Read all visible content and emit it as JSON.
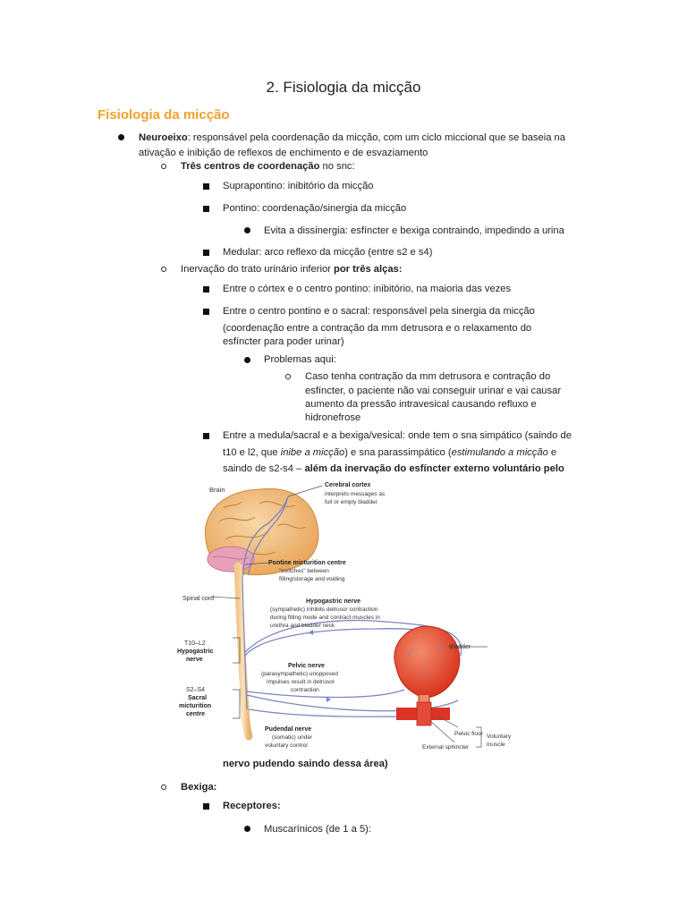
{
  "page_title": "2. Fisiologia da micção",
  "section_heading": "Fisiologia da micção",
  "neuroeixo": {
    "label": "Neuroeixo",
    "text_line1": ": responsável pela coordenação da micção, com um ciclo miccional que se baseia na",
    "text_line2": "ativação e inibição de reflexos de enchimento e de esvaziamento"
  },
  "tres_centros": {
    "label": "Três centros de coordenação",
    "suffix": " no snc:"
  },
  "centros": {
    "suprapontino": "Suprapontino: inibitório da micção",
    "pontino": "Pontino: coordenação/sinergia da micção",
    "pontino_sub": "Evita a dissinergia: esfíncter e bexiga contraindo, impedindo a urina",
    "medular": "Medular: arco reflexo da micção (entre s2 e s4)"
  },
  "inervacao": {
    "text": "Inervação do trato urinário inferior ",
    "bold": "por três alças:"
  },
  "alcas": {
    "cortex": "Entre o córtex e o centro pontino: inibitório, na maioria das vezes",
    "pontino_sacral_l1": "Entre o centro pontino e o sacral: responsável pela sinergia da micção",
    "pontino_sacral_l2": "(coordenação entre a contração da mm detrusora e o relaxamento do",
    "pontino_sacral_l3": "esfíncter para poder urinar)",
    "problemas": "Problemas aqui:",
    "caso_l1": "Caso tenha contração da mm detrusora e contração do",
    "caso_l2": "esfíncter, o paciente não vai conseguir urinar e vai causar",
    "caso_l3": "aumento da pressão intravesical causando refluxo e",
    "caso_l4": "hidronefrose",
    "medula_l1": "Entre a medula/sacral e a bexiga/vesical: onde tem o sna simpático (saindo de",
    "medula_l2a": "t10 e l2, que ",
    "medula_l2b": "inibe a micção",
    "medula_l2c": ") e sna parassimpático (",
    "medula_l2d": "estimulando a micção",
    "medula_l2e": " e",
    "medula_l3a": "saindo de s2-s4 – ",
    "medula_l3b": "além da inervação do esfíncter externo voluntário pelo",
    "medula_l4": "nervo pudendo saindo dessa área)"
  },
  "diagram": {
    "brain": "Brain",
    "cortex_title": "Cerebral cortex",
    "cortex_l1": "interprets messages as",
    "cortex_l2": "full or empty bladder",
    "pontine_title": "Pontine micturition centre",
    "pontine_l1": "\"switches\" between",
    "pontine_l2": "filling/storage and voiding",
    "spinal_cord": "Spinal cord",
    "hypo_title": "Hypogastric nerve",
    "hypo_l1": "(sympathetic) inhibits detrusor contraction",
    "hypo_l2": "during filling mode and contract muscles in",
    "hypo_l3": "urethra and bladder neck",
    "t10": "T10–L2",
    "hypo_left_1": "Hypogastric",
    "hypo_left_2": "nerve",
    "bladder": "Bladder",
    "pelvic_title": "Pelvic nerve",
    "pelvic_l1": "(parasympathetic) unopposed",
    "pelvic_l2": "impulses result in detrusor",
    "pelvic_l3": "contraction",
    "s2s4": "S2–S4",
    "sacral_1": "Sacral",
    "sacral_2": "micturition",
    "sacral_3": "centre",
    "pudendal_title": "Pudendal nerve",
    "pudendal_l1": "(somatic) under",
    "pudendal_l2": "voluntary control",
    "pelvic_floor": "Pelvic floor",
    "external_sphincter": "External sphincter",
    "voluntary_1": "Voluntary",
    "voluntary_2": "muscle"
  },
  "bexiga": "Bexiga:",
  "receptores": "Receptores:",
  "muscarinicos": "Muscarínicos (de 1 a 5):"
}
